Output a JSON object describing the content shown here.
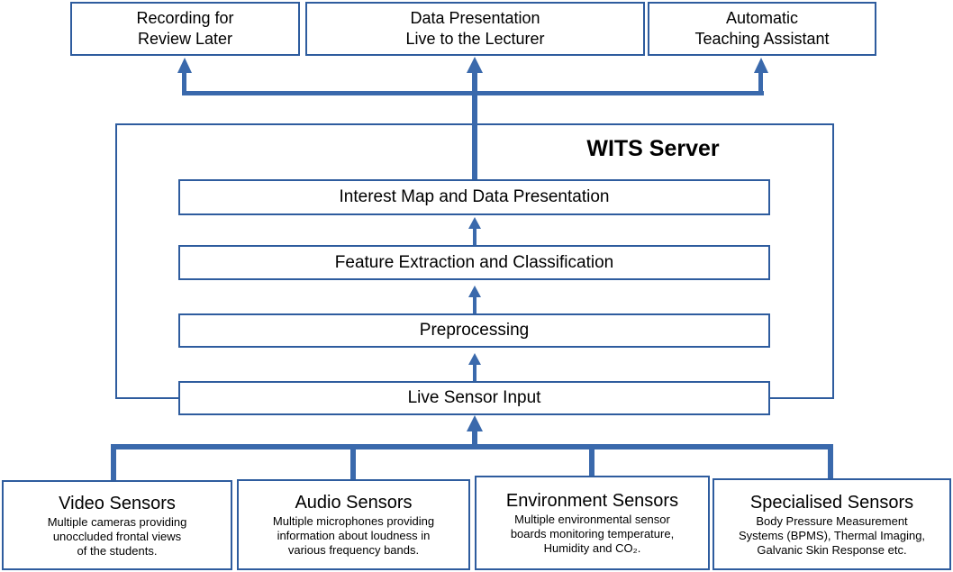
{
  "diagram": {
    "title": "WITS Server",
    "outputs": [
      {
        "label": "Recording for\nReview Later"
      },
      {
        "label": "Data Presentation\nLive to the Lecturer"
      },
      {
        "label": "Automatic\nTeaching Assistant"
      }
    ],
    "pipeline": [
      {
        "label": "Interest Map and Data Presentation"
      },
      {
        "label": "Feature Extraction and Classification"
      },
      {
        "label": "Preprocessing"
      },
      {
        "label": "Live Sensor Input"
      }
    ],
    "sensors": [
      {
        "title": "Video Sensors",
        "description": "Multiple cameras providing\nunoccluded frontal views\nof the students."
      },
      {
        "title": "Audio Sensors",
        "description": "Multiple microphones providing\ninformation about loudness in\nvarious frequency bands."
      },
      {
        "title": "Environment Sensors",
        "description": "Multiple environmental sensor\nboards monitoring temperature,\nHumidity and CO₂."
      },
      {
        "title": "Specialised Sensors",
        "description": "Body Pressure Measurement\nSystems (BPMS), Thermal Imaging,\nGalvanic Skin Response etc."
      }
    ],
    "colors": {
      "box_border": "#2e5c9e",
      "connector": "#3a69ac",
      "text": "#000000",
      "background": "#ffffff"
    }
  }
}
